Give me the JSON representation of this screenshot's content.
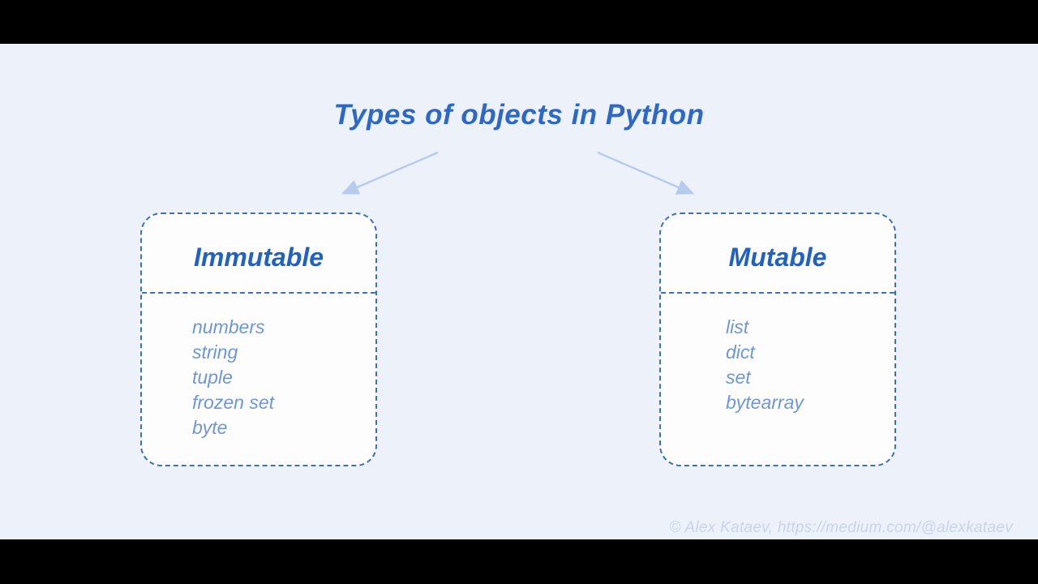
{
  "title": "Types of objects in Python",
  "boxes": [
    {
      "header": "Immutable",
      "items": [
        "numbers",
        "string",
        "tuple",
        "frozen set",
        "byte"
      ]
    },
    {
      "header": "Mutable",
      "items": [
        "list",
        "dict",
        "set",
        "bytearray"
      ]
    }
  ],
  "footer": {
    "credit": "© Alex Kataev, https://medium.com/@alexkataev"
  },
  "colors": {
    "background": "#edf2fa",
    "box_fill": "#fdfdfe",
    "box_border": "#3e6fc1",
    "title_text": "#2e68c6",
    "header_text": "#2161c4",
    "item_text": "#6d97dd",
    "arrow": "#b7cbed",
    "credit_text": "#c9d4e9",
    "letterbox": "#000000"
  }
}
